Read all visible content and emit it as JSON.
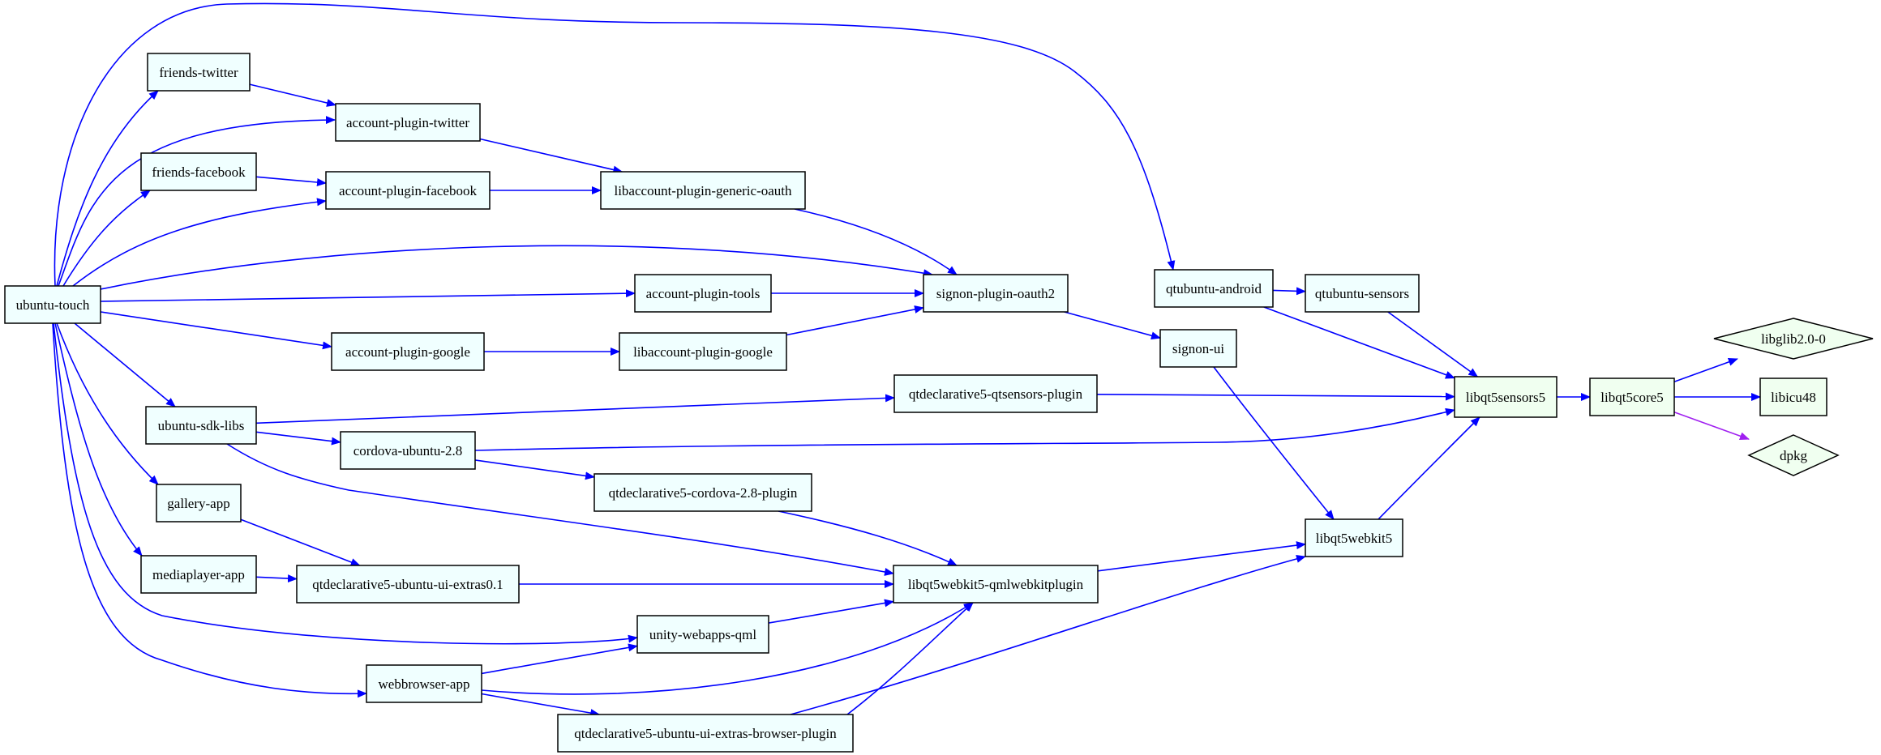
{
  "colors": {
    "edge": "#0000ff",
    "edge_alt": "#a020f0",
    "node_fill": "#f0ffff",
    "node_fill_alt": "#f0fff0"
  },
  "nodes": [
    {
      "id": "ubuntu_touch",
      "label": "ubuntu-touch",
      "fill": "node_fill",
      "shape": "box",
      "bold": false
    },
    {
      "id": "friends_twitter",
      "label": "friends-twitter",
      "fill": "node_fill",
      "shape": "box",
      "bold": false
    },
    {
      "id": "account_plugin_twitter",
      "label": "account-plugin-twitter",
      "fill": "node_fill",
      "shape": "box",
      "bold": false
    },
    {
      "id": "friends_facebook",
      "label": "friends-facebook",
      "fill": "node_fill",
      "shape": "box",
      "bold": false
    },
    {
      "id": "account_plugin_facebook",
      "label": "account-plugin-facebook",
      "fill": "node_fill",
      "shape": "box",
      "bold": false
    },
    {
      "id": "libaccount_plugin_generic_oauth",
      "label": "libaccount-plugin-generic-oauth",
      "fill": "node_fill",
      "shape": "box",
      "bold": false
    },
    {
      "id": "account_plugin_tools",
      "label": "account-plugin-tools",
      "fill": "node_fill",
      "shape": "box",
      "bold": false
    },
    {
      "id": "signon_plugin_oauth2",
      "label": "signon-plugin-oauth2",
      "fill": "node_fill",
      "shape": "box",
      "bold": false
    },
    {
      "id": "account_plugin_google",
      "label": "account-plugin-google",
      "fill": "node_fill",
      "shape": "box",
      "bold": false
    },
    {
      "id": "libaccount_plugin_google",
      "label": "libaccount-plugin-google",
      "fill": "node_fill",
      "shape": "box",
      "bold": false
    },
    {
      "id": "ubuntu_sdk_libs",
      "label": "ubuntu-sdk-libs",
      "fill": "node_fill",
      "shape": "box",
      "bold": false
    },
    {
      "id": "qtdeclarative5_qtsensors_plugin",
      "label": "qtdeclarative5-qtsensors-plugin",
      "fill": "node_fill",
      "shape": "box",
      "bold": false
    },
    {
      "id": "cordova_ubuntu",
      "label": "cordova-ubuntu-2.8",
      "fill": "node_fill",
      "shape": "box",
      "bold": false
    },
    {
      "id": "qtdeclarative5_cordova",
      "label": "qtdeclarative5-cordova-2.8-plugin",
      "fill": "node_fill",
      "shape": "box",
      "bold": false
    },
    {
      "id": "gallery_app",
      "label": "gallery-app",
      "fill": "node_fill",
      "shape": "box",
      "bold": false
    },
    {
      "id": "mediaplayer_app",
      "label": "mediaplayer-app",
      "fill": "node_fill",
      "shape": "box",
      "bold": false
    },
    {
      "id": "qtdeclarative5_ubuntu_ui_extras",
      "label": "qtdeclarative5-ubuntu-ui-extras0.1",
      "fill": "node_fill",
      "shape": "box",
      "bold": false
    },
    {
      "id": "libqt5webkit5_qmlwebkitplugin",
      "label": "libqt5webkit5-qmlwebkitplugin",
      "fill": "node_fill",
      "shape": "box",
      "bold": false
    },
    {
      "id": "unity_webapps_qml",
      "label": "unity-webapps-qml",
      "fill": "node_fill",
      "shape": "box",
      "bold": false
    },
    {
      "id": "webbrowser_app",
      "label": "webbrowser-app",
      "fill": "node_fill",
      "shape": "box",
      "bold": false
    },
    {
      "id": "qtdeclarative5_ubuntu_ui_extras_browser",
      "label": "qtdeclarative5-ubuntu-ui-extras-browser-plugin",
      "fill": "node_fill",
      "shape": "box",
      "bold": false
    },
    {
      "id": "qtubuntu_android",
      "label": "qtubuntu-android",
      "fill": "node_fill",
      "shape": "box",
      "bold": false
    },
    {
      "id": "qtubuntu_sensors",
      "label": "qtubuntu-sensors",
      "fill": "node_fill",
      "shape": "box",
      "bold": false
    },
    {
      "id": "signon_ui",
      "label": "signon-ui",
      "fill": "node_fill",
      "shape": "box",
      "bold": false
    },
    {
      "id": "libqt5webkit5",
      "label": "libqt5webkit5",
      "fill": "node_fill",
      "shape": "box",
      "bold": false
    },
    {
      "id": "libqt5sensors5",
      "label": "libqt5sensors5",
      "fill": "node_fill_alt",
      "shape": "box",
      "bold": true
    },
    {
      "id": "libqt5core5",
      "label": "libqt5core5",
      "fill": "node_fill_alt",
      "shape": "box",
      "bold": false
    },
    {
      "id": "libglib",
      "label": "libglib2.0-0",
      "fill": "node_fill_alt",
      "shape": "diamond",
      "bold": false
    },
    {
      "id": "libicu48",
      "label": "libicu48",
      "fill": "node_fill_alt",
      "shape": "box",
      "bold": false
    },
    {
      "id": "dpkg",
      "label": "dpkg",
      "fill": "node_fill_alt",
      "shape": "diamond",
      "bold": false
    }
  ],
  "edges": [
    {
      "from": "ubuntu_touch",
      "to": "friends_twitter",
      "color": "edge"
    },
    {
      "from": "ubuntu_touch",
      "to": "account_plugin_twitter",
      "color": "edge"
    },
    {
      "from": "ubuntu_touch",
      "to": "friends_facebook",
      "color": "edge"
    },
    {
      "from": "ubuntu_touch",
      "to": "account_plugin_facebook",
      "color": "edge"
    },
    {
      "from": "ubuntu_touch",
      "to": "qtubuntu_android",
      "color": "edge"
    },
    {
      "from": "ubuntu_touch",
      "to": "signon_plugin_oauth2",
      "color": "edge"
    },
    {
      "from": "ubuntu_touch",
      "to": "account_plugin_tools",
      "color": "edge"
    },
    {
      "from": "ubuntu_touch",
      "to": "account_plugin_google",
      "color": "edge"
    },
    {
      "from": "ubuntu_touch",
      "to": "ubuntu_sdk_libs",
      "color": "edge"
    },
    {
      "from": "ubuntu_touch",
      "to": "gallery_app",
      "color": "edge"
    },
    {
      "from": "ubuntu_touch",
      "to": "mediaplayer_app",
      "color": "edge"
    },
    {
      "from": "ubuntu_touch",
      "to": "unity_webapps_qml",
      "color": "edge"
    },
    {
      "from": "ubuntu_touch",
      "to": "webbrowser_app",
      "color": "edge"
    },
    {
      "from": "friends_twitter",
      "to": "account_plugin_twitter",
      "color": "edge"
    },
    {
      "from": "account_plugin_twitter",
      "to": "libaccount_plugin_generic_oauth",
      "color": "edge"
    },
    {
      "from": "friends_facebook",
      "to": "account_plugin_facebook",
      "color": "edge"
    },
    {
      "from": "account_plugin_facebook",
      "to": "libaccount_plugin_generic_oauth",
      "color": "edge"
    },
    {
      "from": "libaccount_plugin_generic_oauth",
      "to": "signon_plugin_oauth2",
      "color": "edge"
    },
    {
      "from": "account_plugin_tools",
      "to": "signon_plugin_oauth2",
      "color": "edge"
    },
    {
      "from": "account_plugin_google",
      "to": "libaccount_plugin_google",
      "color": "edge"
    },
    {
      "from": "libaccount_plugin_google",
      "to": "signon_plugin_oauth2",
      "color": "edge"
    },
    {
      "from": "signon_plugin_oauth2",
      "to": "signon_ui",
      "color": "edge"
    },
    {
      "from": "signon_ui",
      "to": "libqt5webkit5",
      "color": "edge"
    },
    {
      "from": "qtubuntu_android",
      "to": "qtubuntu_sensors",
      "color": "edge"
    },
    {
      "from": "qtubuntu_android",
      "to": "libqt5sensors5",
      "color": "edge"
    },
    {
      "from": "qtubuntu_sensors",
      "to": "libqt5sensors5",
      "color": "edge"
    },
    {
      "from": "ubuntu_sdk_libs",
      "to": "qtdeclarative5_qtsensors_plugin",
      "color": "edge"
    },
    {
      "from": "ubuntu_sdk_libs",
      "to": "cordova_ubuntu",
      "color": "edge"
    },
    {
      "from": "ubuntu_sdk_libs",
      "to": "libqt5webkit5_qmlwebkitplugin",
      "color": "edge"
    },
    {
      "from": "qtdeclarative5_qtsensors_plugin",
      "to": "libqt5sensors5",
      "color": "edge"
    },
    {
      "from": "cordova_ubuntu",
      "to": "libqt5sensors5",
      "color": "edge"
    },
    {
      "from": "cordova_ubuntu",
      "to": "qtdeclarative5_cordova",
      "color": "edge"
    },
    {
      "from": "qtdeclarative5_cordova",
      "to": "libqt5webkit5_qmlwebkitplugin",
      "color": "edge"
    },
    {
      "from": "gallery_app",
      "to": "qtdeclarative5_ubuntu_ui_extras",
      "color": "edge"
    },
    {
      "from": "mediaplayer_app",
      "to": "qtdeclarative5_ubuntu_ui_extras",
      "color": "edge"
    },
    {
      "from": "qtdeclarative5_ubuntu_ui_extras",
      "to": "libqt5webkit5_qmlwebkitplugin",
      "color": "edge"
    },
    {
      "from": "unity_webapps_qml",
      "to": "libqt5webkit5_qmlwebkitplugin",
      "color": "edge"
    },
    {
      "from": "webbrowser_app",
      "to": "unity_webapps_qml",
      "color": "edge"
    },
    {
      "from": "webbrowser_app",
      "to": "libqt5webkit5_qmlwebkitplugin",
      "color": "edge"
    },
    {
      "from": "webbrowser_app",
      "to": "qtdeclarative5_ubuntu_ui_extras_browser",
      "color": "edge"
    },
    {
      "from": "qtdeclarative5_ubuntu_ui_extras_browser",
      "to": "libqt5webkit5_qmlwebkitplugin",
      "color": "edge"
    },
    {
      "from": "qtdeclarative5_ubuntu_ui_extras_browser",
      "to": "libqt5webkit5",
      "color": "edge"
    },
    {
      "from": "libqt5webkit5_qmlwebkitplugin",
      "to": "libqt5webkit5",
      "color": "edge"
    },
    {
      "from": "libqt5webkit5",
      "to": "libqt5sensors5",
      "color": "edge"
    },
    {
      "from": "libqt5sensors5",
      "to": "libqt5core5",
      "color": "edge"
    },
    {
      "from": "libqt5core5",
      "to": "libglib",
      "color": "edge"
    },
    {
      "from": "libqt5core5",
      "to": "libicu48",
      "color": "edge"
    },
    {
      "from": "libqt5core5",
      "to": "dpkg",
      "color": "edge_alt"
    }
  ]
}
